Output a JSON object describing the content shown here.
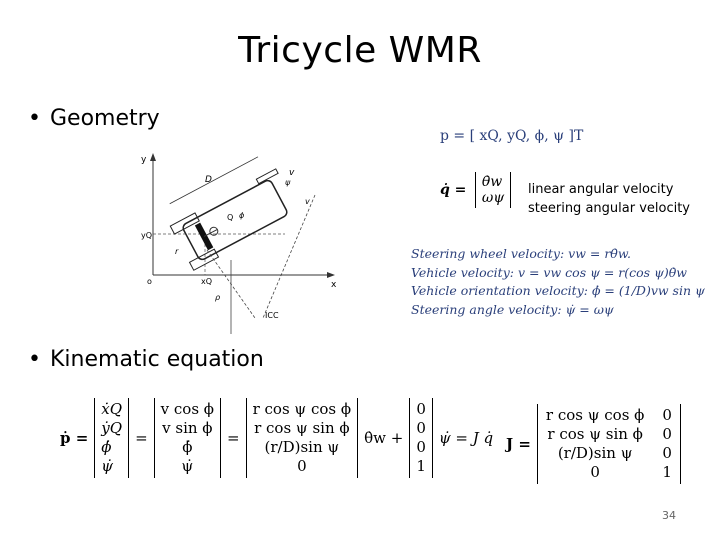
{
  "title": "Tricycle WMR",
  "bullets": [
    "Geometry",
    "Kinematic equation"
  ],
  "bullet_char": "•",
  "diagram_labels": {
    "y": "y",
    "x": "x",
    "o": "o",
    "D": "D",
    "v": "v",
    "vw": "v",
    "yQ": "yQ",
    "xQ": "xQ",
    "Q": "Q",
    "phi": "ϕ",
    "psi": "ψ",
    "r": "r",
    "ICC": "ICC",
    "rho": "ρ"
  },
  "pose_vector": "p = [ xQ,   yQ,   ϕ,   ψ ]T",
  "qdot_lhs": "q̇ =",
  "qdot_entries": [
    "θ̇w",
    "ωψ"
  ],
  "velocity_labels": [
    "linear angular velocity",
    "steering angular velocity"
  ],
  "velocity_equations": [
    "Steering wheel velocity: vw = rθ̇w.",
    "Vehicle velocity: v = vw cos ψ = r(cos ψ)θ̇w",
    "Vehicle orientation velocity: ϕ̇ = (1/D)vw sin ψ",
    "Steering angle velocity: ψ̇ = ωψ"
  ],
  "kinematic": {
    "lhs": "ṗ =",
    "col1": [
      "ẋQ",
      "ẏQ",
      "ϕ̇",
      "ψ̇"
    ],
    "col2": [
      "v cos ϕ",
      "v sin ϕ",
      "ϕ̇",
      "ψ̇"
    ],
    "col3": [
      "r cos ψ cos ϕ",
      "r cos ψ sin ϕ",
      "(r/D)sin ψ",
      "0"
    ],
    "mult1": "θ̇w +",
    "col4": [
      "0",
      "0",
      "0",
      "1"
    ],
    "mult2": "ψ̇ = J q̇"
  },
  "jacobian": {
    "lhs": "J =",
    "rows": [
      [
        "r cos ψ cos ϕ",
        "0"
      ],
      [
        "r cos ψ sin ϕ",
        "0"
      ],
      [
        "(r/D)sin ψ",
        "0"
      ],
      [
        "0",
        "1"
      ]
    ]
  },
  "page_number": "34"
}
